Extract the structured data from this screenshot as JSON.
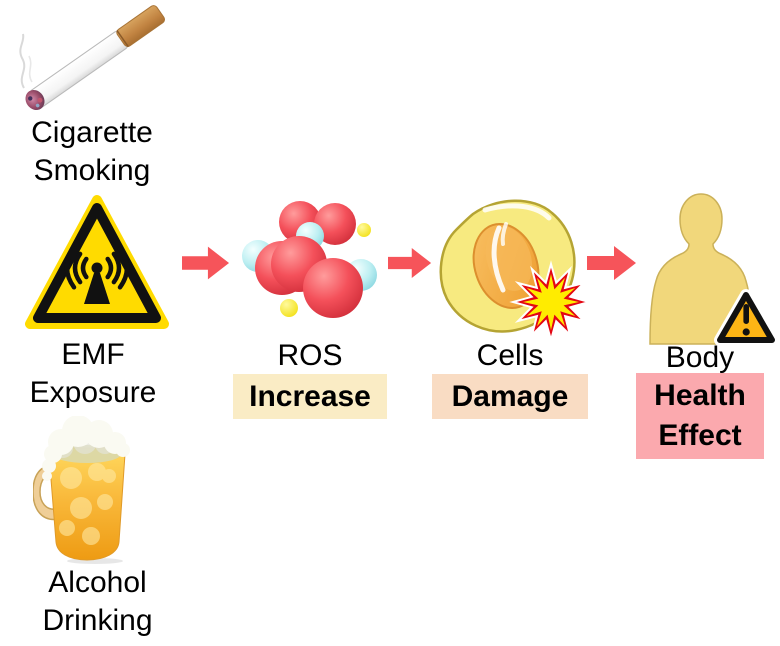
{
  "figure": {
    "causes": [
      {
        "id": "smoking",
        "line1": "Cigarette",
        "line2": "Smoking",
        "icon": "cigarette-icon"
      },
      {
        "id": "emf",
        "line1": "EMF",
        "line2": "Exposure",
        "icon": "emf-warning-icon"
      },
      {
        "id": "alcohol",
        "line1": "Alcohol",
        "line2": "Drinking",
        "icon": "beer-mug-icon"
      }
    ],
    "steps": [
      {
        "id": "ros",
        "title": "ROS",
        "highlight": "Increase",
        "icon": "ros-molecules-icon"
      },
      {
        "id": "cells",
        "title": "Cells",
        "highlight": "Damage",
        "icon": "damaged-cell-icon"
      },
      {
        "id": "body",
        "title": "Body",
        "highlight_line1": "Health",
        "highlight_line2": "Effect",
        "icon": "body-warning-icon"
      }
    ]
  },
  "colors": {
    "arrow": "#F6545A",
    "increase_bg": "#FAECC5",
    "damage_bg": "#F9DCC3",
    "health_bg": "#FBA9AE",
    "background": "#FFFFFF"
  }
}
